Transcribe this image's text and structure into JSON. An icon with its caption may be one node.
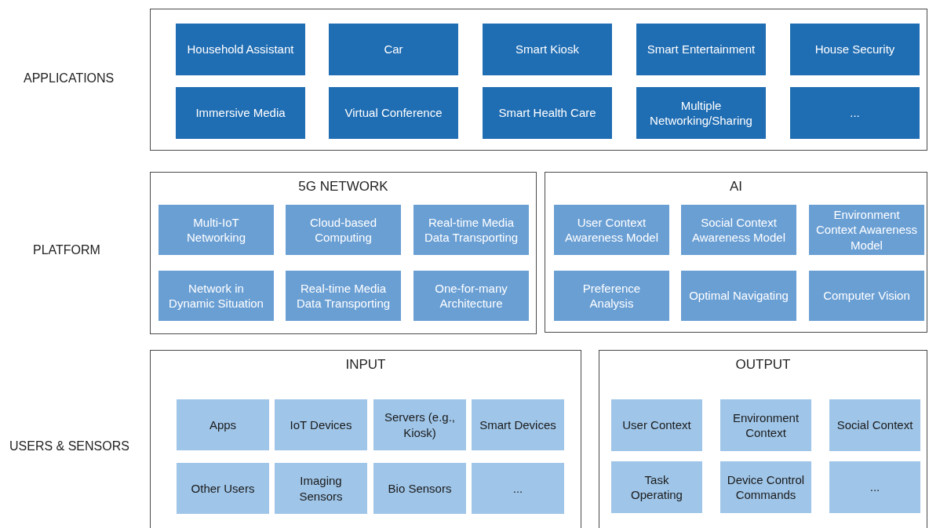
{
  "diagram": {
    "nodes": [
      {
        "text": [],
        "shape": "box"
      },
      {
        "text": [
          "Household Assistant"
        ],
        "in": 0
      },
      {
        "text": [
          "Car"
        ],
        "in": 0
      },
      {
        "text": [
          "Smart Kiosk"
        ],
        "in": 0
      },
      {
        "text": [
          "Smart Entertainment"
        ],
        "in": 0
      },
      {
        "text": [
          "House Security"
        ],
        "in": 0
      },
      {
        "text": [
          "Immersive Media"
        ],
        "in": 0
      },
      {
        "text": [
          "Virtual Conference"
        ],
        "in": 0
      },
      {
        "text": [
          "Smart Health Care"
        ],
        "in": 0
      },
      {
        "text": [
          "Multiple Networking/Sharing"
        ],
        "in": 0
      },
      {
        "text": [
          "..."
        ],
        "in": 0
      },
      {
        "text": [
          "5G NETWORK"
        ]
      },
      {
        "text": [
          "Multi-IoT Networking"
        ],
        "in": 11
      },
      {
        "text": [
          "Cloud-based Computing"
        ],
        "in": 11
      },
      {
        "text": [
          "Real-time Media Data Transporting"
        ],
        "in": 11
      },
      {
        "text": [
          "Network in Dynamic Situation"
        ],
        "in": 11
      },
      {
        "text": [
          "Real-time Media Data Transporting"
        ],
        "in": 11
      },
      {
        "text": [
          "One-for-many Architecture"
        ],
        "in": 11
      },
      {
        "text": [
          "AI"
        ]
      },
      {
        "text": [
          "User Context Awareness Model"
        ],
        "in": 18
      },
      {
        "text": [
          "Social Context Awareness Model"
        ],
        "in": 18
      },
      {
        "text": [
          "Environment Context Awareness Model"
        ],
        "in": 18
      },
      {
        "text": [
          "Preference Analysis"
        ],
        "in": 18
      },
      {
        "text": [
          "Optimal Navigating"
        ],
        "in": 18
      },
      {
        "text": [
          "Computer Vision"
        ],
        "in": 18
      },
      {
        "text": [
          "INPUT"
        ]
      },
      {
        "text": [
          "Apps"
        ],
        "in": 25
      },
      {
        "text": [
          "IoT Devices"
        ],
        "in": 25
      },
      {
        "text": [
          "Servers (e.g., Kiosk)"
        ],
        "in": 25
      },
      {
        "text": [
          "Smart Devices"
        ],
        "in": 25
      },
      {
        "text": [
          "Other Users"
        ],
        "in": 25
      },
      {
        "text": [
          "Imaging Sensors"
        ],
        "in": 25
      },
      {
        "text": [
          "Bio Sensors"
        ],
        "in": 25
      },
      {
        "text": [
          "..."
        ],
        "in": 25
      },
      {
        "text": [
          "OUTPUT"
        ]
      },
      {
        "text": [
          "User Context"
        ],
        "in": 34
      },
      {
        "text": [
          "Environment Context"
        ],
        "in": 34
      },
      {
        "text": [
          "Social Context"
        ],
        "in": 34
      },
      {
        "text": [
          "Task Operating"
        ],
        "in": 34
      },
      {
        "text": [
          "Device Control Commands"
        ],
        "in": 34
      },
      {
        "text": [
          "..."
        ],
        "in": 34
      }
    ],
    "edges": [],
    "labels": [
      "APPLICATIONS",
      "PLATFORM",
      "USERS & SENSORS"
    ]
  }
}
